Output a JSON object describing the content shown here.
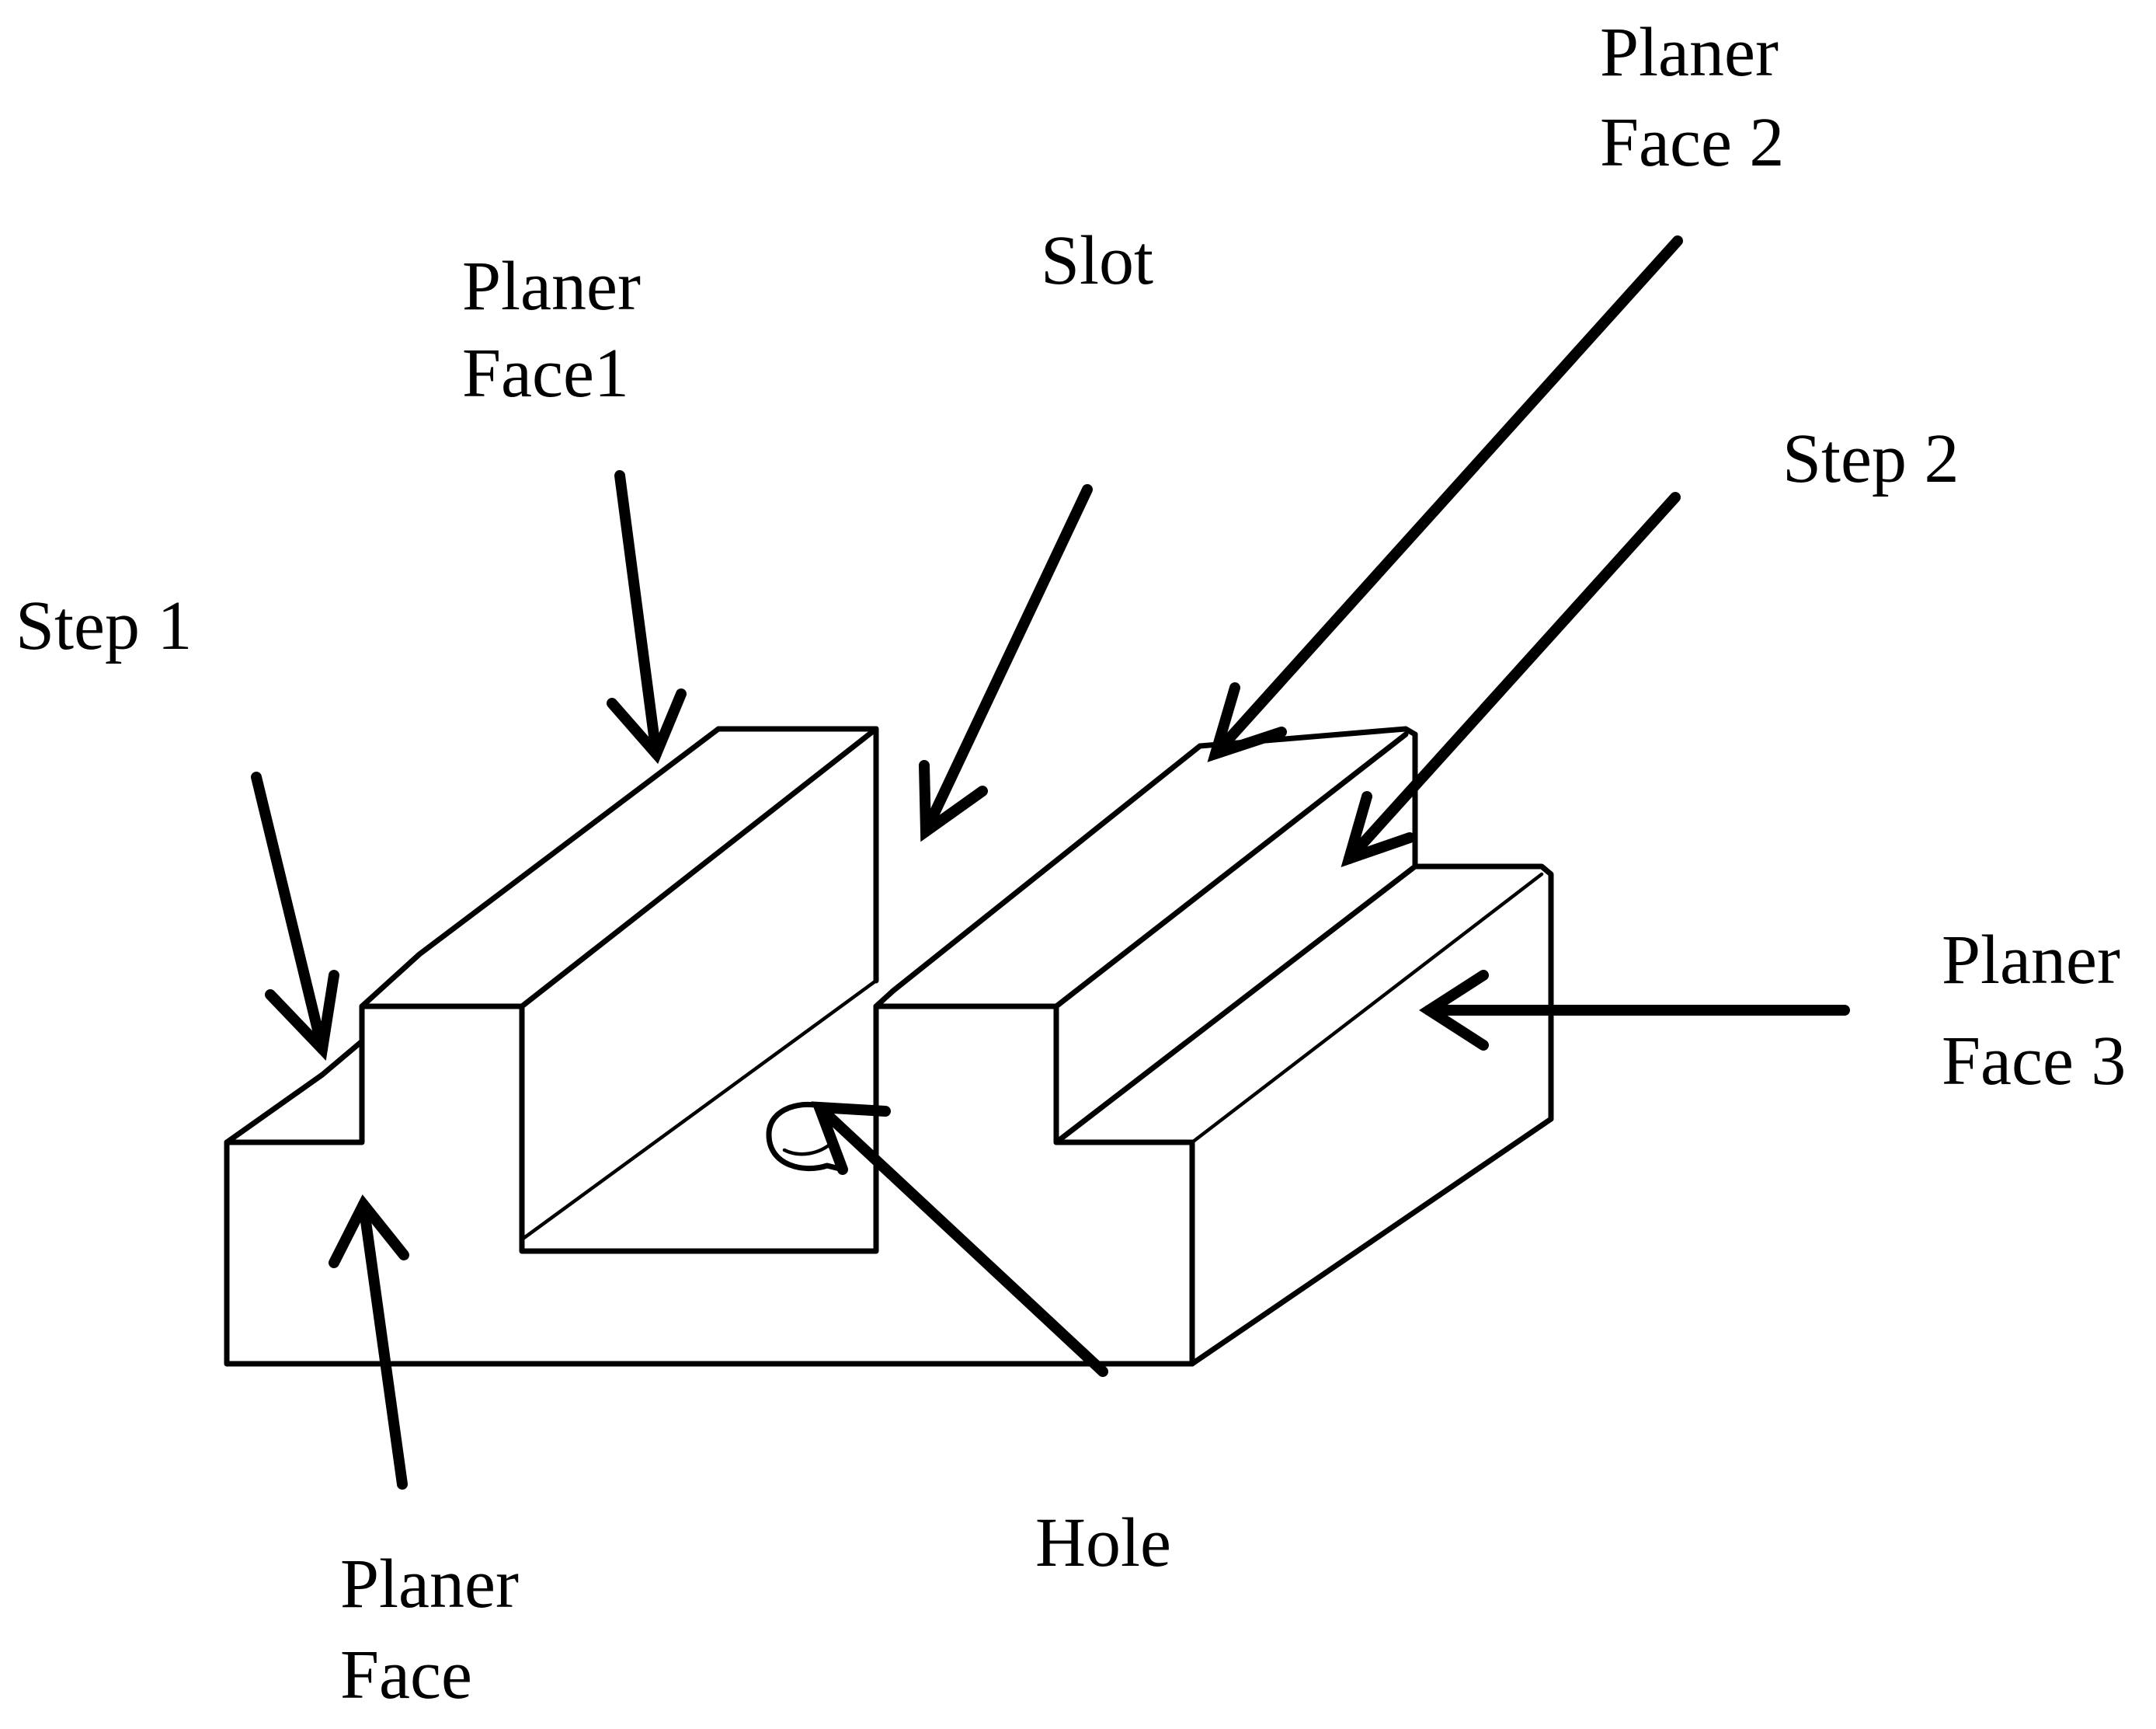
{
  "diagram": {
    "labels": {
      "step1": "Step 1",
      "planer_face1": [
        "Planer",
        "Face1"
      ],
      "slot": "Slot",
      "planer_face2": [
        "Planer",
        "Face 2"
      ],
      "step2": "Step 2",
      "planer_face3": [
        "Planer",
        "Face 3"
      ],
      "hole": "Hole",
      "planer_face": [
        "Planer",
        "Face"
      ]
    },
    "colors": {
      "stroke": "#000000",
      "background": "#ffffff"
    }
  }
}
